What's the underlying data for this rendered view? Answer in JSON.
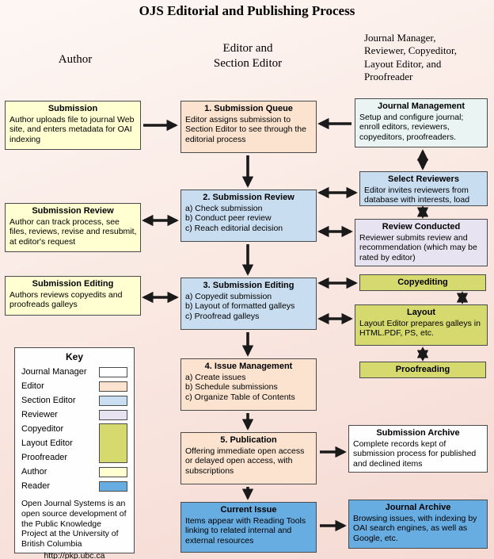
{
  "title": "OJS Editorial and Publishing Process",
  "headers": {
    "author": "Author",
    "editor": "Editor and\nSection Editor",
    "manager": "Journal Manager,\nReviewer, Copyeditor,\nLayout Editor, and\nProofreader"
  },
  "boxes": {
    "submission": {
      "title": "Submission",
      "body": "Author uploads file to journal Web site, and enters metadata for OAI indexing"
    },
    "author_review": {
      "title": "Submission Review",
      "body": "Author can track process, see files, reviews, revise and resubmit, at editor's request"
    },
    "author_editing": {
      "title": "Submission Editing",
      "body": "Authors reviews copyedits and proofreads galleys"
    },
    "queue": {
      "title": "1. Submission Queue",
      "body": "Editor assigns submission to Section Editor to see through the editorial process"
    },
    "review": {
      "title": "2. Submission Review",
      "body": "a) Check submission\nb) Conduct peer review\nc) Reach editorial decision"
    },
    "editing": {
      "title": "3. Submission Editing",
      "body": "a) Copyedit submission\nb) Layout of formatted galleys\nc) Proofread galleys"
    },
    "issue": {
      "title": "4. Issue Management",
      "body": "a) Create issues\nb) Schedule submissions\nc) Organize Table of Contents"
    },
    "publication": {
      "title": "5. Publication",
      "body": "Offering immediate open access or delayed open access, with subscriptions"
    },
    "current_issue": {
      "title": "Current Issue",
      "body": "Items appear with Reading Tools linking to related internal and external resources"
    },
    "journal_mgmt": {
      "title": "Journal Management",
      "body": "Setup and configure journal; enroll editors, reviewers, copyeditors, proofreaders."
    },
    "select_reviewers": {
      "title": "Select Reviewers",
      "body": "Editor invites reviewers from database with interests, load"
    },
    "review_conducted": {
      "title": "Review Conducted",
      "body": "Reviewer submits review and recommendation (which may be rated by editor)"
    },
    "copyediting": {
      "title": "Copyediting"
    },
    "layout": {
      "title": "Layout",
      "body": "Layout Editor prepares galleys in HTML.PDF, PS, etc."
    },
    "proofreading": {
      "title": "Proofreading"
    },
    "submission_archive": {
      "title": "Submission Archive",
      "body": "Complete records kept of submission process for published and declined items"
    },
    "journal_archive": {
      "title": "Journal Archive",
      "body": "Browsing issues, with indexing by OAI search engines, as well as Google, etc."
    }
  },
  "key": {
    "title": "Key",
    "items": [
      {
        "label": "Journal Manager",
        "color": "#ffffff"
      },
      {
        "label": "Editor",
        "color": "#fbe3d0"
      },
      {
        "label": "Section Editor",
        "color": "#cadef2"
      },
      {
        "label": "Reviewer",
        "color": "#e7e3f0"
      },
      {
        "label": "Copyeditor",
        "color": "#d5d96e"
      },
      {
        "label": "Layout Editor",
        "color": "#d5d96e"
      },
      {
        "label": "Proofreader",
        "color": "#d5d96e"
      },
      {
        "label": "Author",
        "color": "#ffffd2"
      },
      {
        "label": "Reader",
        "color": "#67ade2"
      }
    ],
    "note": "Open Journal Systems is an open source development of the Public Knowledge Project at the University of British Columbia",
    "url": "http://pkp.ubc.ca"
  },
  "colors": {
    "author": "#ffffd2",
    "editor": "#fbe3d0",
    "section_editor": "#c9ddf1",
    "reviewer": "#e7e3f0",
    "copyeditor": "#d5d96e",
    "reader": "#67ade2",
    "journal_manager_box": "#e9f4f3",
    "white_box": "#fefefe"
  }
}
